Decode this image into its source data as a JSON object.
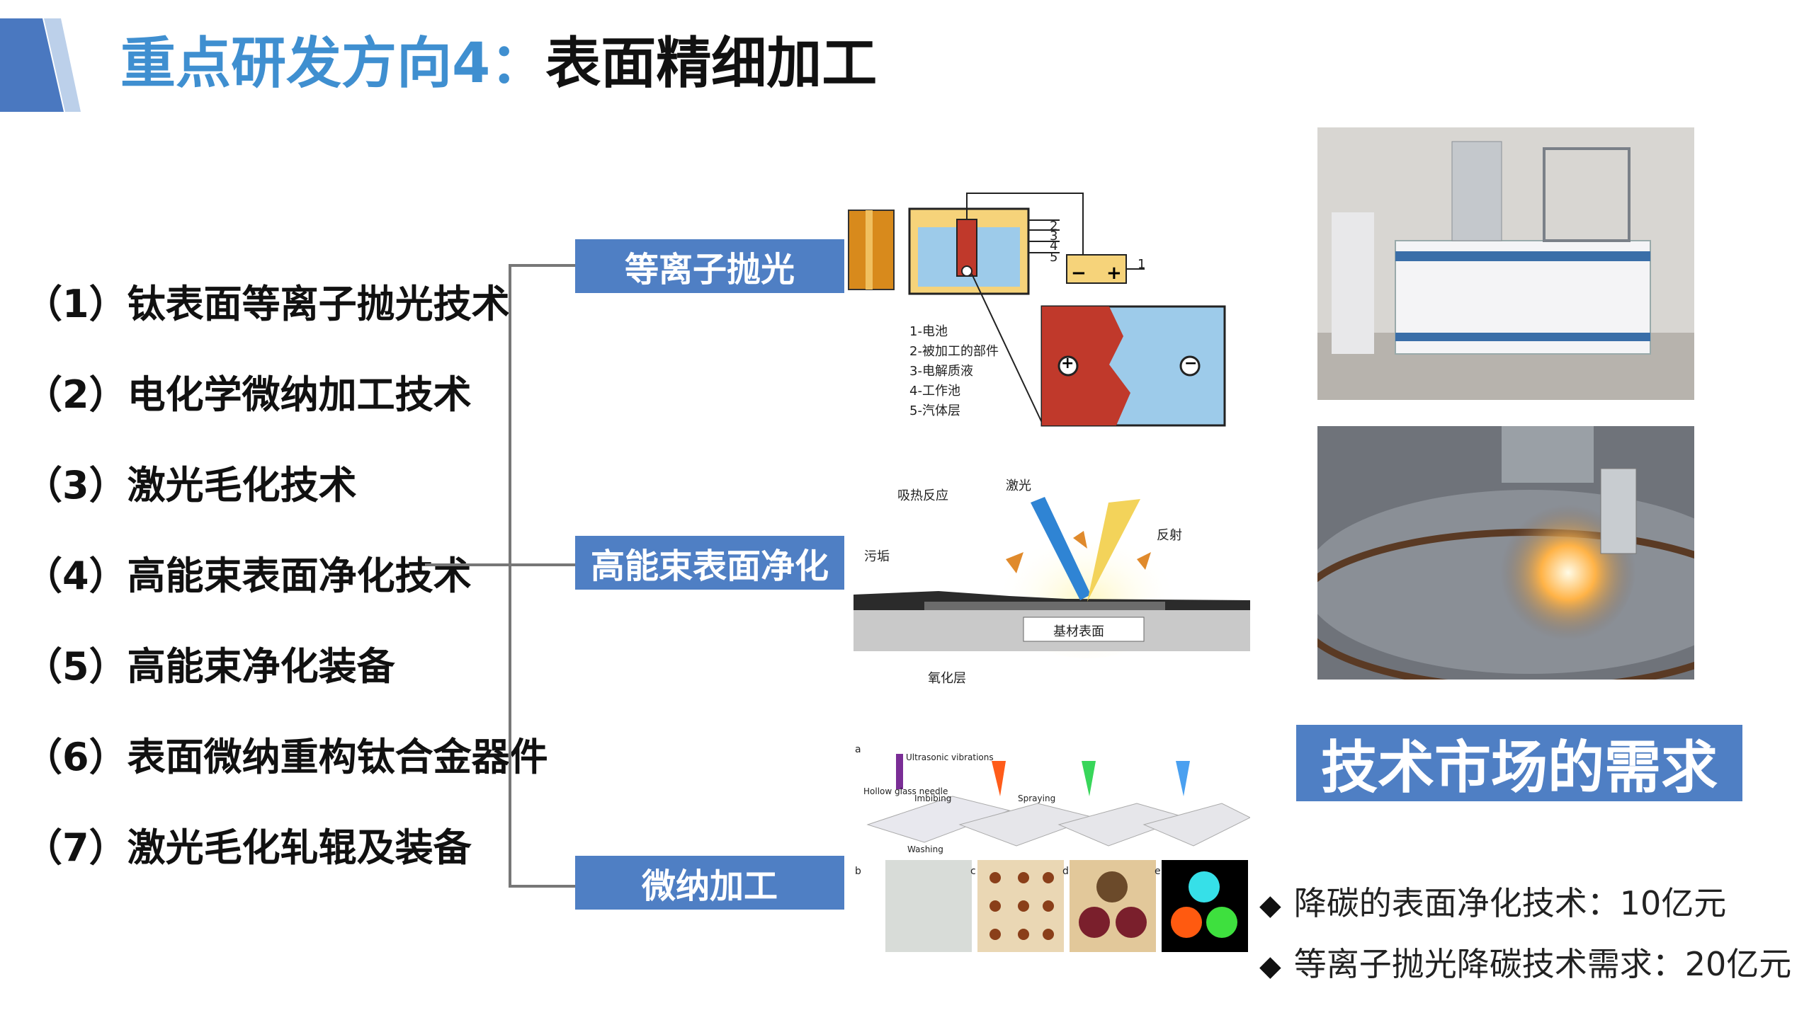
{
  "header": {
    "title_part1": "重点研发方向4：",
    "title_part2": "表面精细加工"
  },
  "list": [
    "（1）钛表面等离子抛光技术",
    "（2）电化学微纳加工技术",
    "（3）激光毛化技术",
    "（4）高能束表面净化技术",
    "（5）高能束净化装备",
    "（6）表面微纳重构钛合金器件",
    "（7）激光毛化轧辊及装备"
  ],
  "categories": {
    "plasma": "等离子抛光",
    "beam": "高能束表面净化",
    "micro": "微纳加工"
  },
  "plasma_diagram": {
    "legend": [
      "1-电池",
      "2-被加工的部件",
      "3-电解质液",
      "4-工作池",
      "5-汽体层"
    ],
    "numbers": [
      "2",
      "3",
      "4",
      "5",
      "1"
    ]
  },
  "beam_diagram": {
    "laser": "激光",
    "absorb": "吸热反应",
    "reflect": "反射",
    "dirt": "污垢",
    "substrate": "基材表面",
    "oxide": "氧化层"
  },
  "micro_diagram": {
    "panel_a": "a",
    "panel_b": "b",
    "panel_c": "c",
    "panel_d": "d",
    "panel_e": "e",
    "ultrasonic": "Ultrasonic vibrations",
    "hollow": "Hollow glass needle",
    "imbibing": "Imbibing",
    "spraying": "Spraying",
    "washing": "Washing"
  },
  "market": {
    "title": "技术市场的需求",
    "bullets": [
      "降碳的表面净化技术：10亿元",
      "等离子抛光降碳技术需求：20亿元"
    ]
  }
}
